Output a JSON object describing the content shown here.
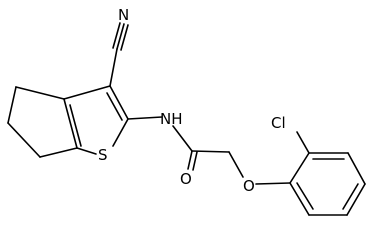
{
  "molecule": {
    "atoms": {
      "nitrile_n": "N",
      "amide_nh": "NH",
      "thiophene_s": "S",
      "carbonyl_o": "O",
      "ether_o": "O",
      "chlorine": "Cl"
    },
    "colors": {
      "bond": "#000000",
      "label": "#000000",
      "background": "#ffffff"
    }
  }
}
